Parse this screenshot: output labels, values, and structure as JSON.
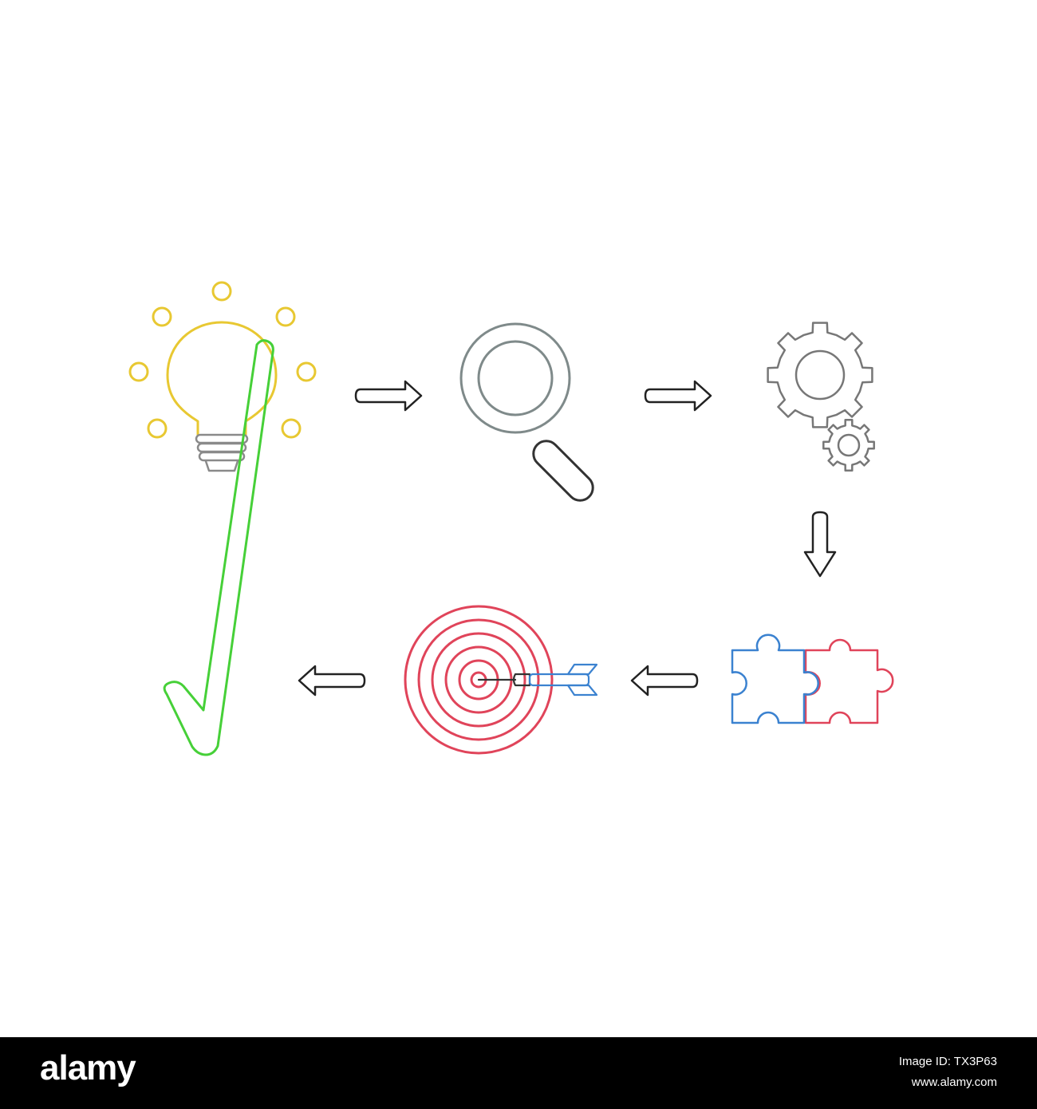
{
  "colors": {
    "bulb": "#e8c832",
    "bulb_base": "#8a8a8a",
    "magnifier": "#7f8a8a",
    "handle": "#333333",
    "gear": "#777777",
    "arrow": "#222222",
    "puzzle_blue": "#3b82d0",
    "puzzle_red": "#e0445a",
    "target": "#e0445a",
    "dart": "#3b82d0",
    "check": "#46d038",
    "footer_bg": "#000000",
    "footer_text": "#ffffff"
  },
  "icons": [
    "lightbulb-icon",
    "magnifier-icon",
    "gears-icon",
    "puzzle-icon",
    "target-icon",
    "checkmark-icon"
  ],
  "footer": {
    "logo": "alamy",
    "image_id_label": "Image ID: TX3P63",
    "site": "www.alamy.com"
  }
}
